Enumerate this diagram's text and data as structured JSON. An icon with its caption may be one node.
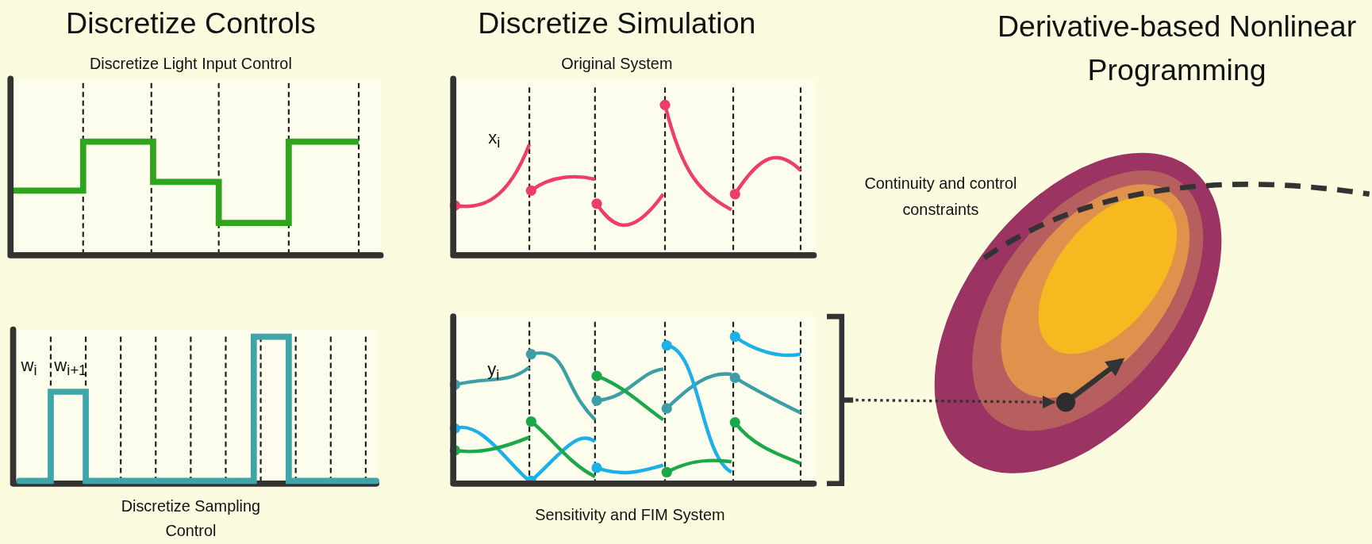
{
  "diagram": {
    "nodes": [
      {
        "text": [],
        "shape": "bracket"
      },
      {
        "text": [],
        "shape": "circle"
      }
    ],
    "edges": [
      {
        "from": 0,
        "to": 1,
        "arrow": "to",
        "style": "dashed"
      }
    ],
    "labels": [
      "Discretize Controls",
      "Discretize Simulation",
      "Derivative-based Nonlinear Programming",
      "Discretize Light Input Control",
      "Original System",
      "x$_{i}$",
      "Continuity and control constraints",
      "w$_{i}$",
      "w$_{i+1}$",
      "y$_{i}$",
      "Discretize Sampling Control",
      "Sensitivity and FIM System"
    ]
  }
}
